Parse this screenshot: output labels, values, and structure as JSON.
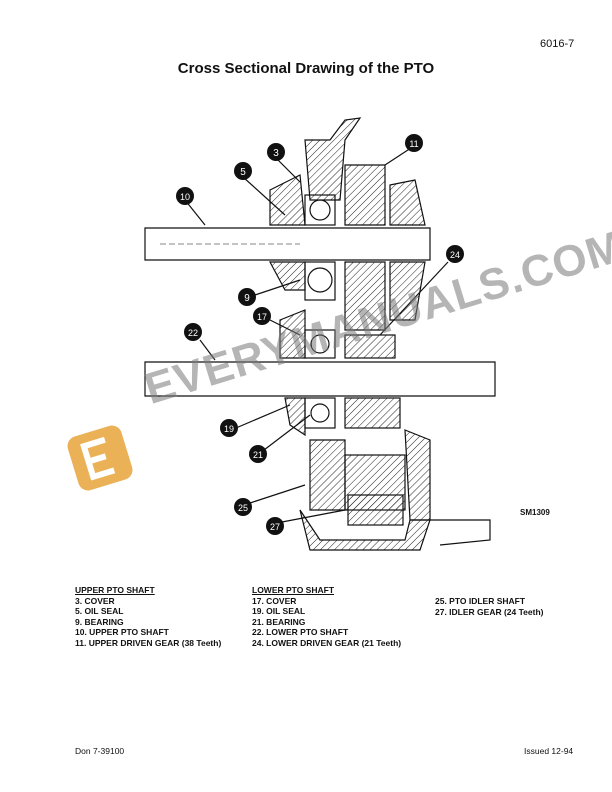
{
  "page_number": "6016-7",
  "title": "Cross Sectional Drawing of the PTO",
  "figure_id": "SM1309",
  "callouts": [
    "3",
    "5",
    "10",
    "11",
    "9",
    "17",
    "22",
    "24",
    "19",
    "21",
    "25",
    "27"
  ],
  "legend": {
    "upper": {
      "header": "UPPER PTO SHAFT",
      "items": [
        "3. COVER",
        "5. OIL SEAL",
        "9. BEARING",
        "10. UPPER PTO SHAFT",
        "11. UPPER DRIVEN GEAR (38 Teeth)"
      ]
    },
    "lower": {
      "header": "LOWER PTO SHAFT",
      "items": [
        "17. COVER",
        "19. OIL SEAL",
        "21. BEARING",
        "22. LOWER PTO SHAFT",
        "24. LOWER DRIVEN GEAR (21 Teeth)"
      ]
    },
    "idler": {
      "items": [
        "25. PTO IDLER SHAFT",
        "27. IDLER GEAR (24 Teeth)"
      ]
    }
  },
  "watermark": "EVERYMANUALS.COM",
  "watermark_color": "#e8a33a",
  "footer": {
    "left": "Don 7-39100",
    "right": "Issued 12-94"
  }
}
